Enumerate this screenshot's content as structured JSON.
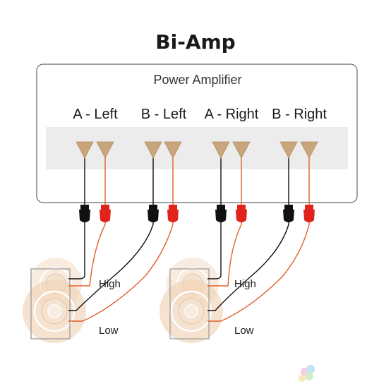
{
  "title": "Bi-Amp",
  "amplifier": {
    "label": "Power Amplifier",
    "channels": [
      {
        "label": "A - Left"
      },
      {
        "label": "B - Left"
      },
      {
        "label": "A - Right"
      },
      {
        "label": "B - Right"
      }
    ]
  },
  "speakers": [
    {
      "high_label": "High",
      "low_label": "Low"
    },
    {
      "high_label": "High",
      "low_label": "Low"
    }
  ],
  "colors": {
    "connector": "#c8a57a",
    "negative_terminal": "#111111",
    "positive_terminal": "#e0241b",
    "negative_wire": "#111111",
    "positive_wire": "#e0602a",
    "amp_inner_band": "#ececec",
    "speaker_body": "#f3dcc6"
  }
}
